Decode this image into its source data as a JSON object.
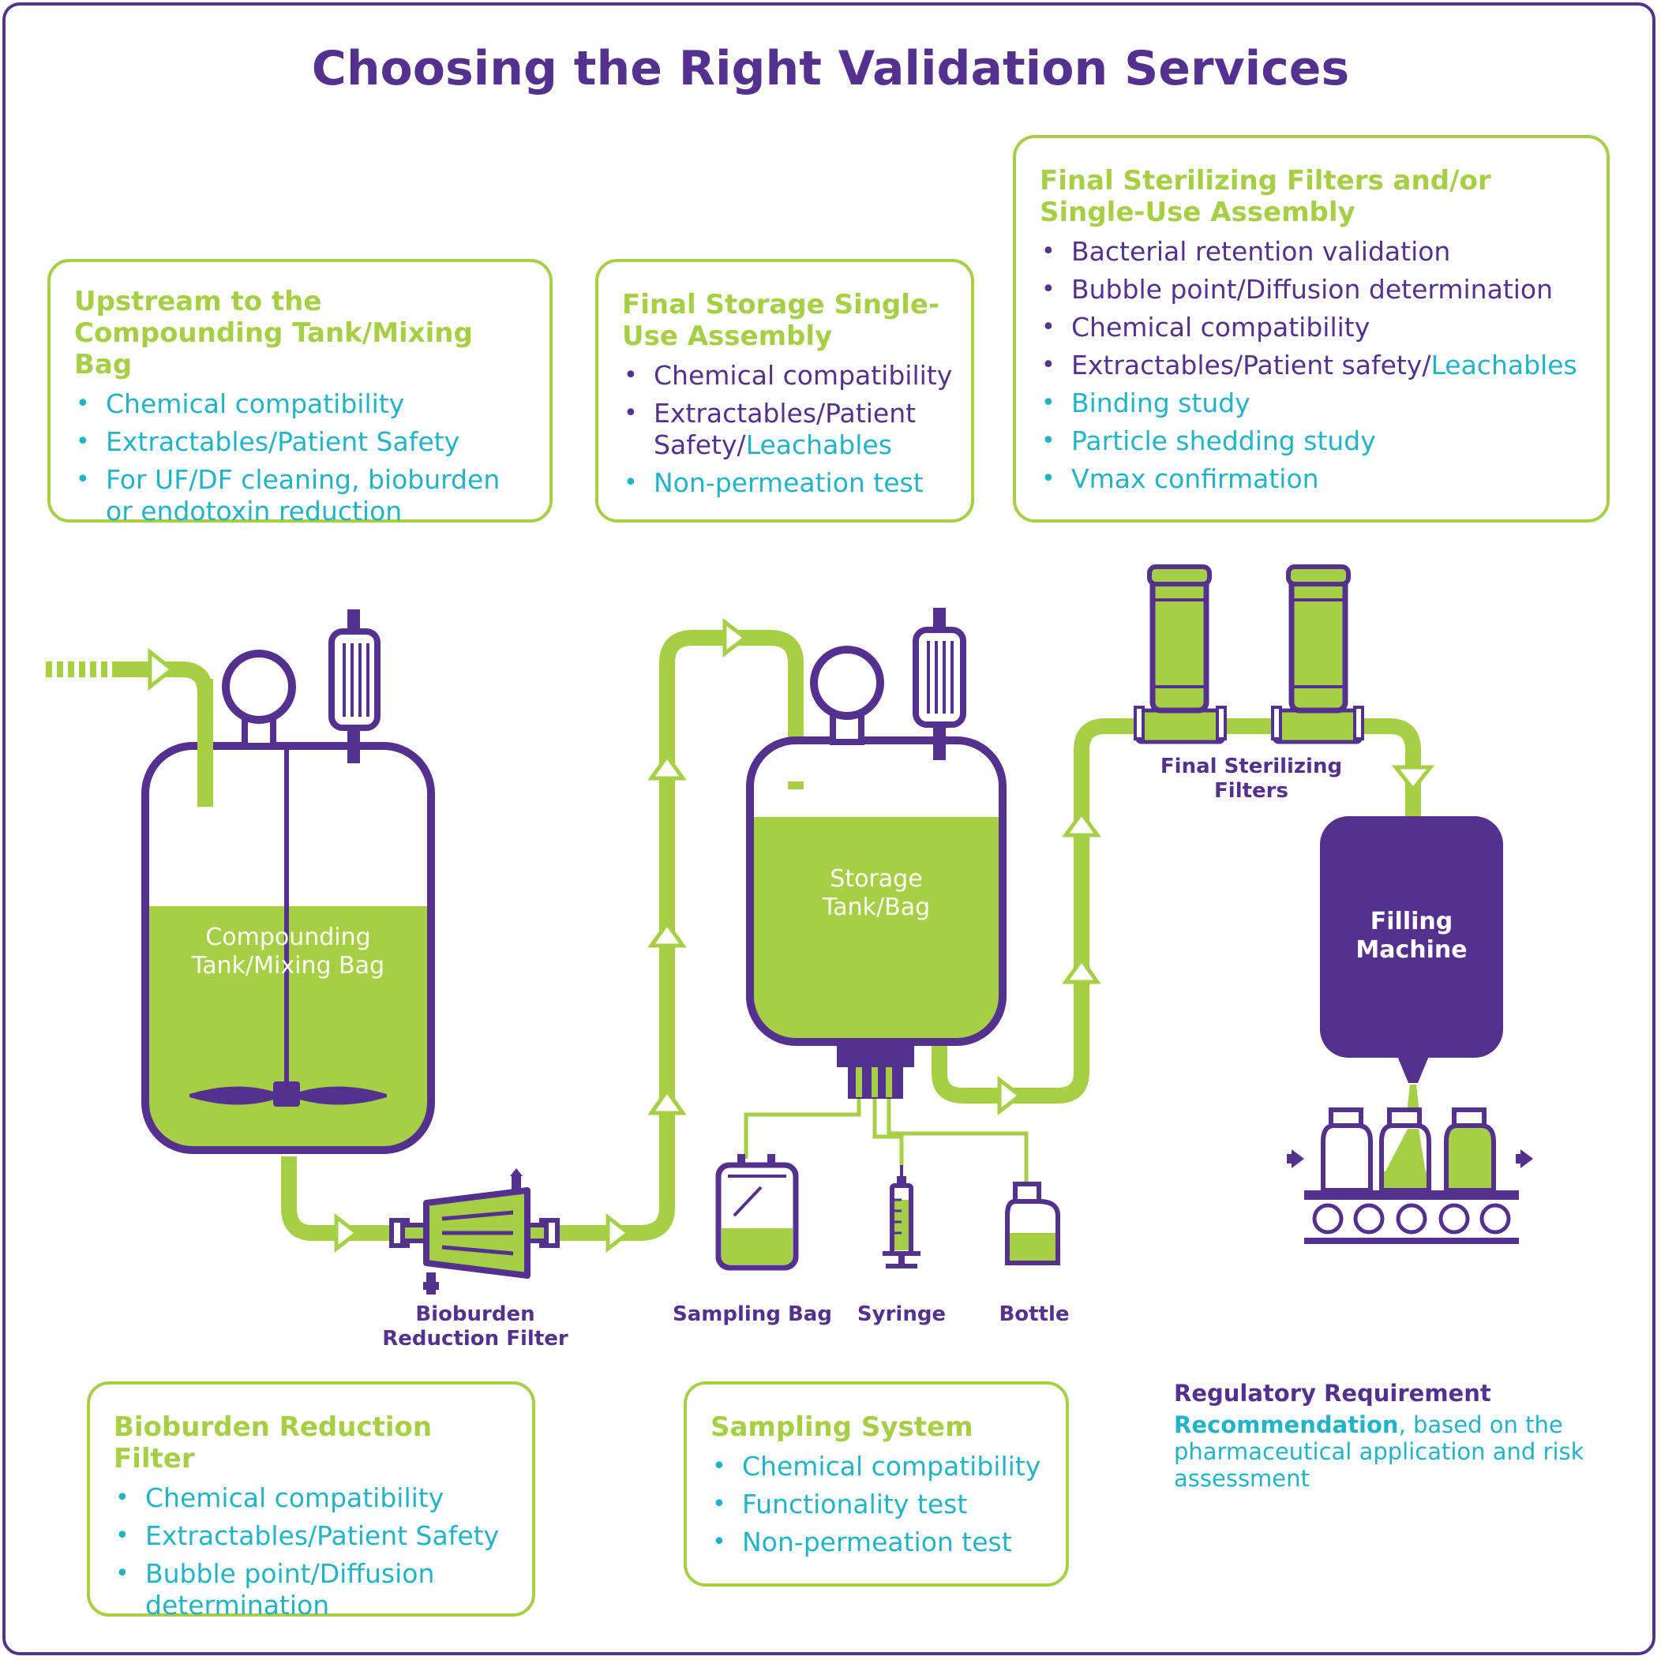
{
  "title": "Choosing the Right Validation Services",
  "colors": {
    "purple": "#54308f",
    "green": "#a6cf45",
    "teal": "#22b3c7"
  },
  "boxes": {
    "upstream": {
      "heading": "Upstream to the Compounding Tank/Mixing Bag",
      "items": [
        {
          "text": "Chemical compatibility",
          "kind": "recommendation"
        },
        {
          "text": "Extractables/Patient Safety",
          "kind": "recommendation"
        },
        {
          "text": "For UF/DF cleaning, bioburden or endotoxin reduction",
          "kind": "recommendation"
        }
      ]
    },
    "final_storage": {
      "heading": "Final Storage Single-Use Assembly",
      "items": [
        {
          "text": "Chemical compatibility",
          "kind": "requirement"
        },
        {
          "text": "Extractables/Patient Safety/",
          "extra": "Leachables",
          "kind": "requirement"
        },
        {
          "text": "Non-permeation test",
          "kind": "recommendation"
        }
      ]
    },
    "final_sterilizing": {
      "heading": "Final Sterilizing Filters and/or Single-Use Assembly",
      "items": [
        {
          "text": "Bacterial retention validation",
          "kind": "requirement"
        },
        {
          "text": "Bubble point/Diffusion determination",
          "kind": "requirement"
        },
        {
          "text": "Chemical compatibility",
          "kind": "requirement"
        },
        {
          "text": "Extractables/Patient safety/",
          "extra": "Leachables",
          "kind": "requirement"
        },
        {
          "text": "Binding study",
          "kind": "recommendation"
        },
        {
          "text": "Particle shedding study",
          "kind": "recommendation"
        },
        {
          "text": "Vmax confirmation",
          "kind": "recommendation"
        }
      ]
    },
    "bioburden": {
      "heading": "Bioburden Reduction Filter",
      "items": [
        {
          "text": "Chemical compatibility",
          "kind": "recommendation"
        },
        {
          "text": "Extractables/Patient Safety",
          "kind": "recommendation"
        },
        {
          "text": "Bubble point/Diffusion determination",
          "kind": "recommendation"
        }
      ]
    },
    "sampling": {
      "heading": "Sampling System",
      "items": [
        {
          "text": "Chemical compatibility",
          "kind": "recommendation"
        },
        {
          "text": "Functionality test",
          "kind": "recommendation"
        },
        {
          "text": "Non-permeation test",
          "kind": "recommendation"
        }
      ]
    }
  },
  "labels": {
    "compounding": "Compounding Tank/Mixing Bag",
    "storage": "Storage Tank/Bag",
    "filling": "Filling Machine",
    "final_filters": "Final Sterilizing Filters",
    "bioburden_filter": "Bioburden Reduction Filter",
    "sampling_bag": "Sampling Bag",
    "syringe": "Syringe",
    "bottle": "Bottle"
  },
  "legend": {
    "requirement": "Regulatory Requirement",
    "recommendation_bold": "Recommendation",
    "recommendation_rest": ", based on the pharmaceutical application and risk assessment"
  }
}
